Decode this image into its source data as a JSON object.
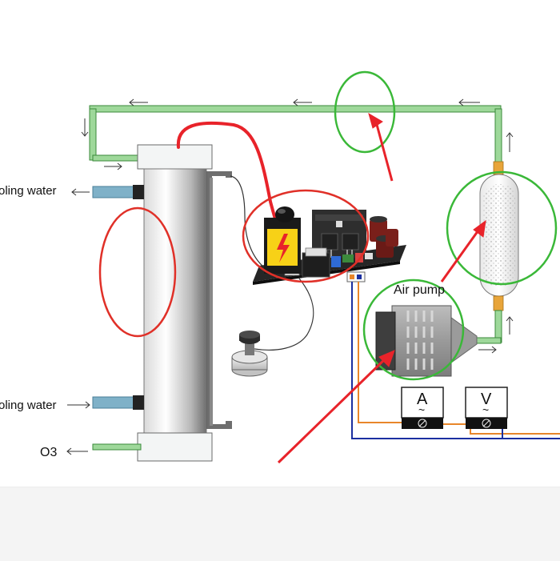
{
  "labels": {
    "cooling_water_top": "oling water",
    "cooling_water_bottom": "oling water",
    "o3_outlet": "O3",
    "air_pump": "Air pump",
    "ammeter": "A",
    "voltmeter": "V",
    "meter_ac_symbol": "~",
    "meter_terminal_symbol": "⊘"
  },
  "components": [
    "ozone-discharge-tube",
    "high-voltage-transformer",
    "power-circuit-board",
    "potentiometer-knob",
    "air-dryer-tank",
    "air-pump",
    "ammeter",
    "voltmeter"
  ],
  "colors": {
    "pipe": "#9ed89a",
    "pipe_edge": "#3a8a3a",
    "hv_wire": "#e8232a",
    "highlight_red": "#e03028",
    "highlight_green": "#3ab838",
    "orange_wire": "#e8862a",
    "blue_wire": "#1b2fa0",
    "transformer_yellow": "#f7d117"
  }
}
